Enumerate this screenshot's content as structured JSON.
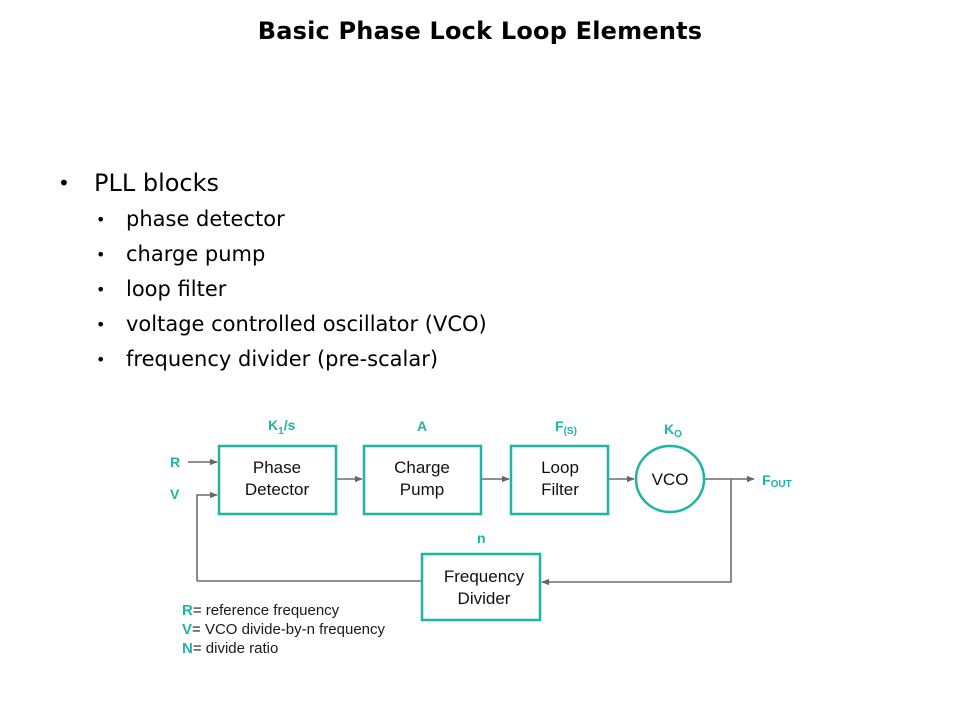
{
  "title": "Basic Phase Lock Loop Elements",
  "bullets": {
    "heading": "PLL blocks",
    "items": [
      "phase detector",
      "charge pump",
      "loop filter",
      "voltage controlled oscillator (VCO)",
      "frequency divider (pre-scalar)"
    ]
  },
  "diagram": {
    "accent_color": "#1db5a3",
    "line_color": "#666666",
    "inputs": {
      "r": "R",
      "v": "V"
    },
    "blocks": {
      "phase_detector": {
        "line1": "Phase",
        "line2": "Detector",
        "gain": "K",
        "gain_sub": "1",
        "gain_suffix": "/s"
      },
      "charge_pump": {
        "line1": "Charge",
        "line2": "Pump",
        "gain": "A"
      },
      "loop_filter": {
        "line1": "Loop",
        "line2": "Filter",
        "gain": "F",
        "gain_sub": "(S)"
      },
      "vco": {
        "label": "VCO",
        "gain": "K",
        "gain_sub": "O"
      },
      "frequency_divider": {
        "line1": "Frequency",
        "line2": "Divider",
        "gain": "n"
      }
    },
    "output": {
      "label": "F",
      "label_sub": "OUT"
    }
  },
  "legend": [
    {
      "key": "R",
      "text": "= reference frequency"
    },
    {
      "key": "V",
      "text": "= VCO divide-by-n frequency"
    },
    {
      "key": "N",
      "text": "= divide ratio"
    }
  ]
}
